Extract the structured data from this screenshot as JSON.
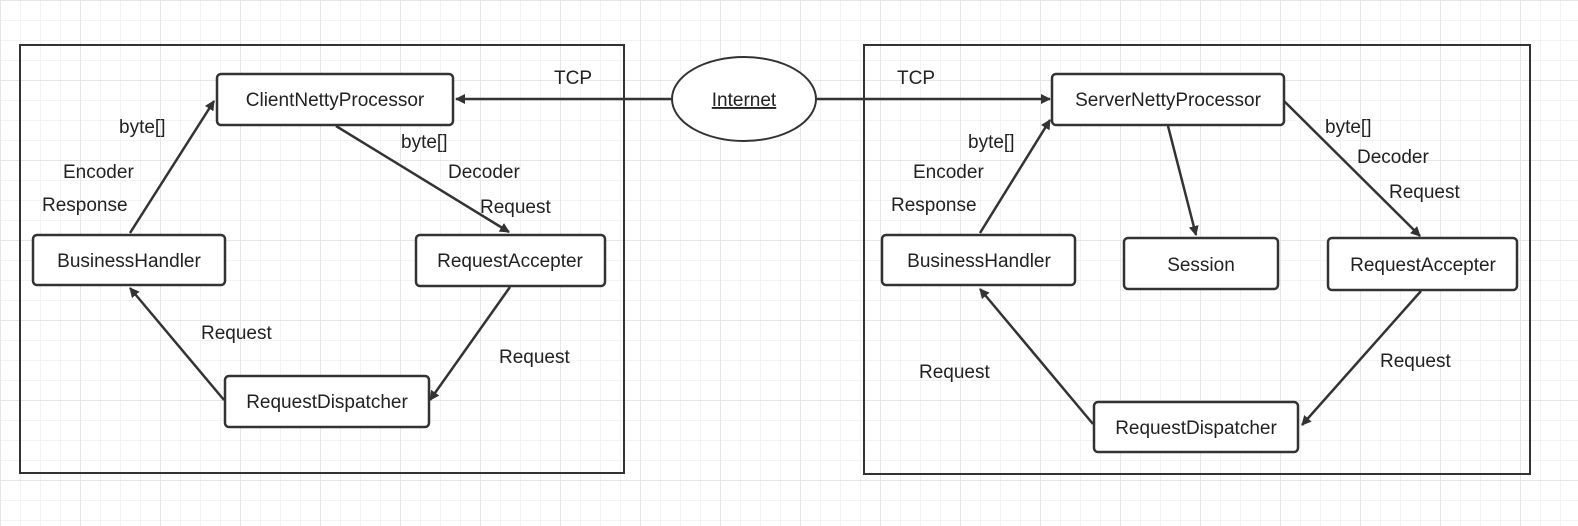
{
  "colors": {
    "stroke": "#333333",
    "grid_major": "#e6e6e6",
    "grid_minor": "#f3f3f3",
    "box_fill": "#ffffff"
  },
  "internet": {
    "label": "Internet"
  },
  "client": {
    "tcp_label": "TCP",
    "nodes": {
      "processor": "ClientNettyProcessor",
      "business_handler": "BusinessHandler",
      "request_accepter": "RequestAccepter",
      "request_dispatcher": "RequestDispatcher"
    },
    "labels": {
      "encode_bytes": "byte[]",
      "encoder": "Encoder",
      "response": "Response",
      "decode_bytes": "byte[]",
      "decoder": "Decoder",
      "decoded_request": "Request",
      "accepter_to_dispatcher": "Request",
      "dispatcher_to_handler": "Request"
    }
  },
  "server": {
    "tcp_label": "TCP",
    "nodes": {
      "processor": "ServerNettyProcessor",
      "session": "Session",
      "business_handler": "BusinessHandler",
      "request_accepter": "RequestAccepter",
      "request_dispatcher": "RequestDispatcher"
    },
    "labels": {
      "encode_bytes": "byte[]",
      "encoder": "Encoder",
      "response": "Response",
      "decode_bytes": "byte[]",
      "decoder": "Decoder",
      "decoded_request": "Request",
      "accepter_to_dispatcher": "Request",
      "dispatcher_to_handler": "Request"
    }
  }
}
